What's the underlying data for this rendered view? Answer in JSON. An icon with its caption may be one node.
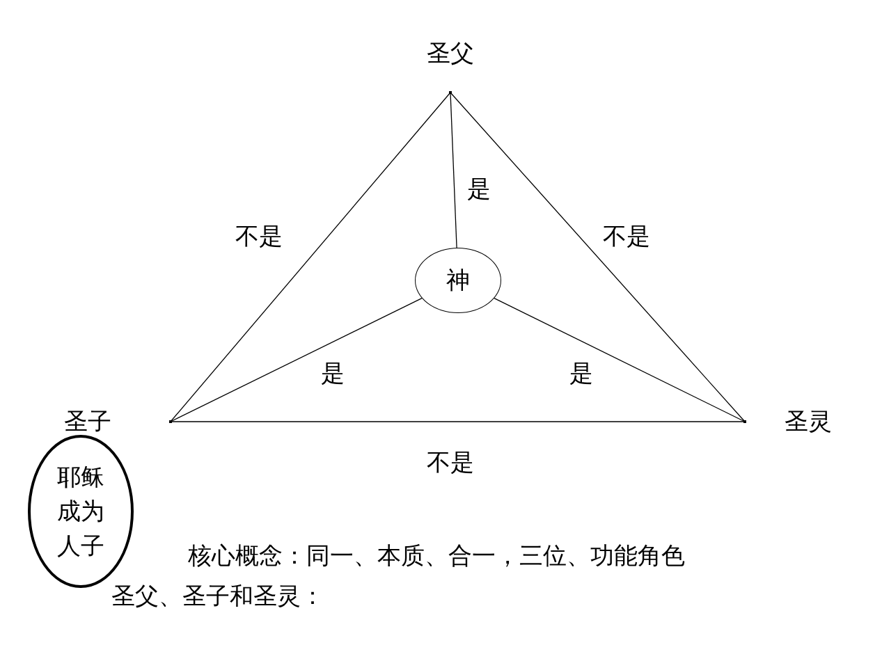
{
  "diagram": {
    "nodes": [
      {
        "text": [
          "圣父"
        ]
      },
      {
        "text": [
          "神"
        ]
      },
      {
        "text": [
          "圣子"
        ]
      },
      {
        "text": [
          "圣灵"
        ]
      },
      {
        "text": [
          "耶稣成为人子"
        ]
      }
    ],
    "edges": [
      {
        "from": 0,
        "to": 2,
        "arrow": "none",
        "label": "不是"
      },
      {
        "from": 0,
        "to": 3,
        "arrow": "none",
        "label": "不是"
      },
      {
        "from": 2,
        "to": 3,
        "arrow": "none",
        "label": "不是"
      },
      {
        "from": 1,
        "to": 0,
        "arrow": "none",
        "label": "是"
      },
      {
        "from": 1,
        "to": 2,
        "arrow": "none",
        "label": "是"
      },
      {
        "from": 1,
        "to": 3,
        "arrow": "none",
        "label": "是"
      }
    ],
    "labels": [
      "核心概念：同一、本质、合一，三位、功能角色",
      "圣父、圣子和圣灵："
    ]
  }
}
